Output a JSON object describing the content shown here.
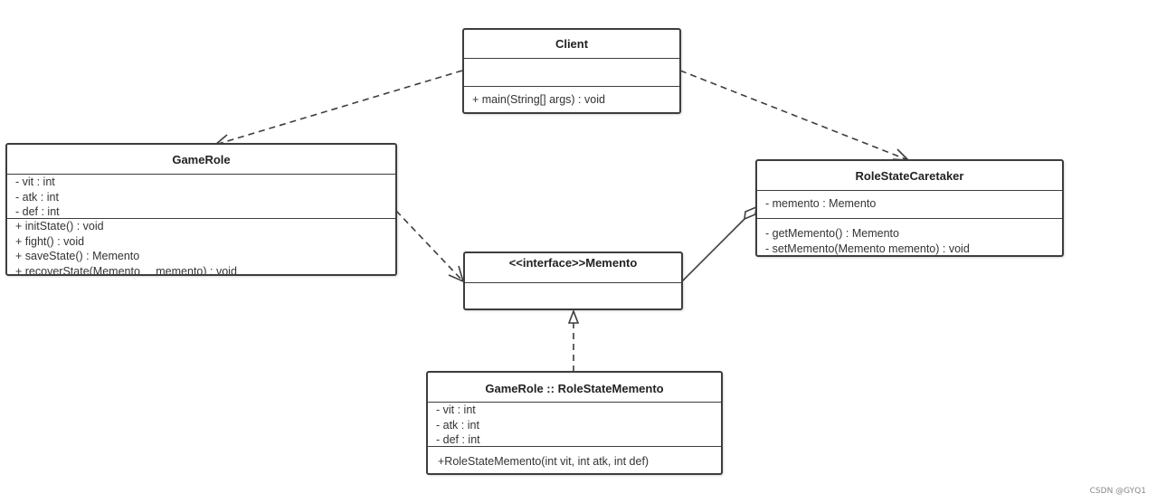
{
  "classes": {
    "client": {
      "name": "Client",
      "attributes": [],
      "operations": [
        "+ main(String[] args) : void"
      ]
    },
    "game_role": {
      "name": "GameRole",
      "attributes": [
        "- vit : int",
        "- atk : int",
        "- def : int"
      ],
      "operations": [
        "+ initState() : void",
        "+ fight() : void",
        "+ saveState() : Memento",
        "+ recoverState(Memento     memento) : void"
      ]
    },
    "memento": {
      "name": "<<interface>>Memento",
      "attributes": [],
      "operations": []
    },
    "caretaker": {
      "name": "RoleStateCaretaker",
      "attributes": [
        "- memento : Memento"
      ],
      "operations": [
        "- getMemento() : Memento",
        "- setMemento(Memento memento) : void"
      ]
    },
    "role_state_memento": {
      "name": "GameRole :: RoleStateMemento",
      "attributes": [
        "- vit : int",
        "- atk : int",
        "- def : int"
      ],
      "operations": [
        "+RoleStateMemento(int vit, int atk, int def)"
      ]
    }
  },
  "relations": [
    {
      "type": "dependency",
      "from": "Client",
      "to": "GameRole"
    },
    {
      "type": "dependency",
      "from": "Client",
      "to": "RoleStateCaretaker"
    },
    {
      "type": "dependency",
      "from": "GameRole",
      "to": "<<interface>>Memento"
    },
    {
      "type": "aggregation",
      "from": "RoleStateCaretaker",
      "to": "<<interface>>Memento"
    },
    {
      "type": "realization",
      "from": "GameRole :: RoleStateMemento",
      "to": "<<interface>>Memento"
    }
  ],
  "watermark": "CSDN @GYQ1"
}
